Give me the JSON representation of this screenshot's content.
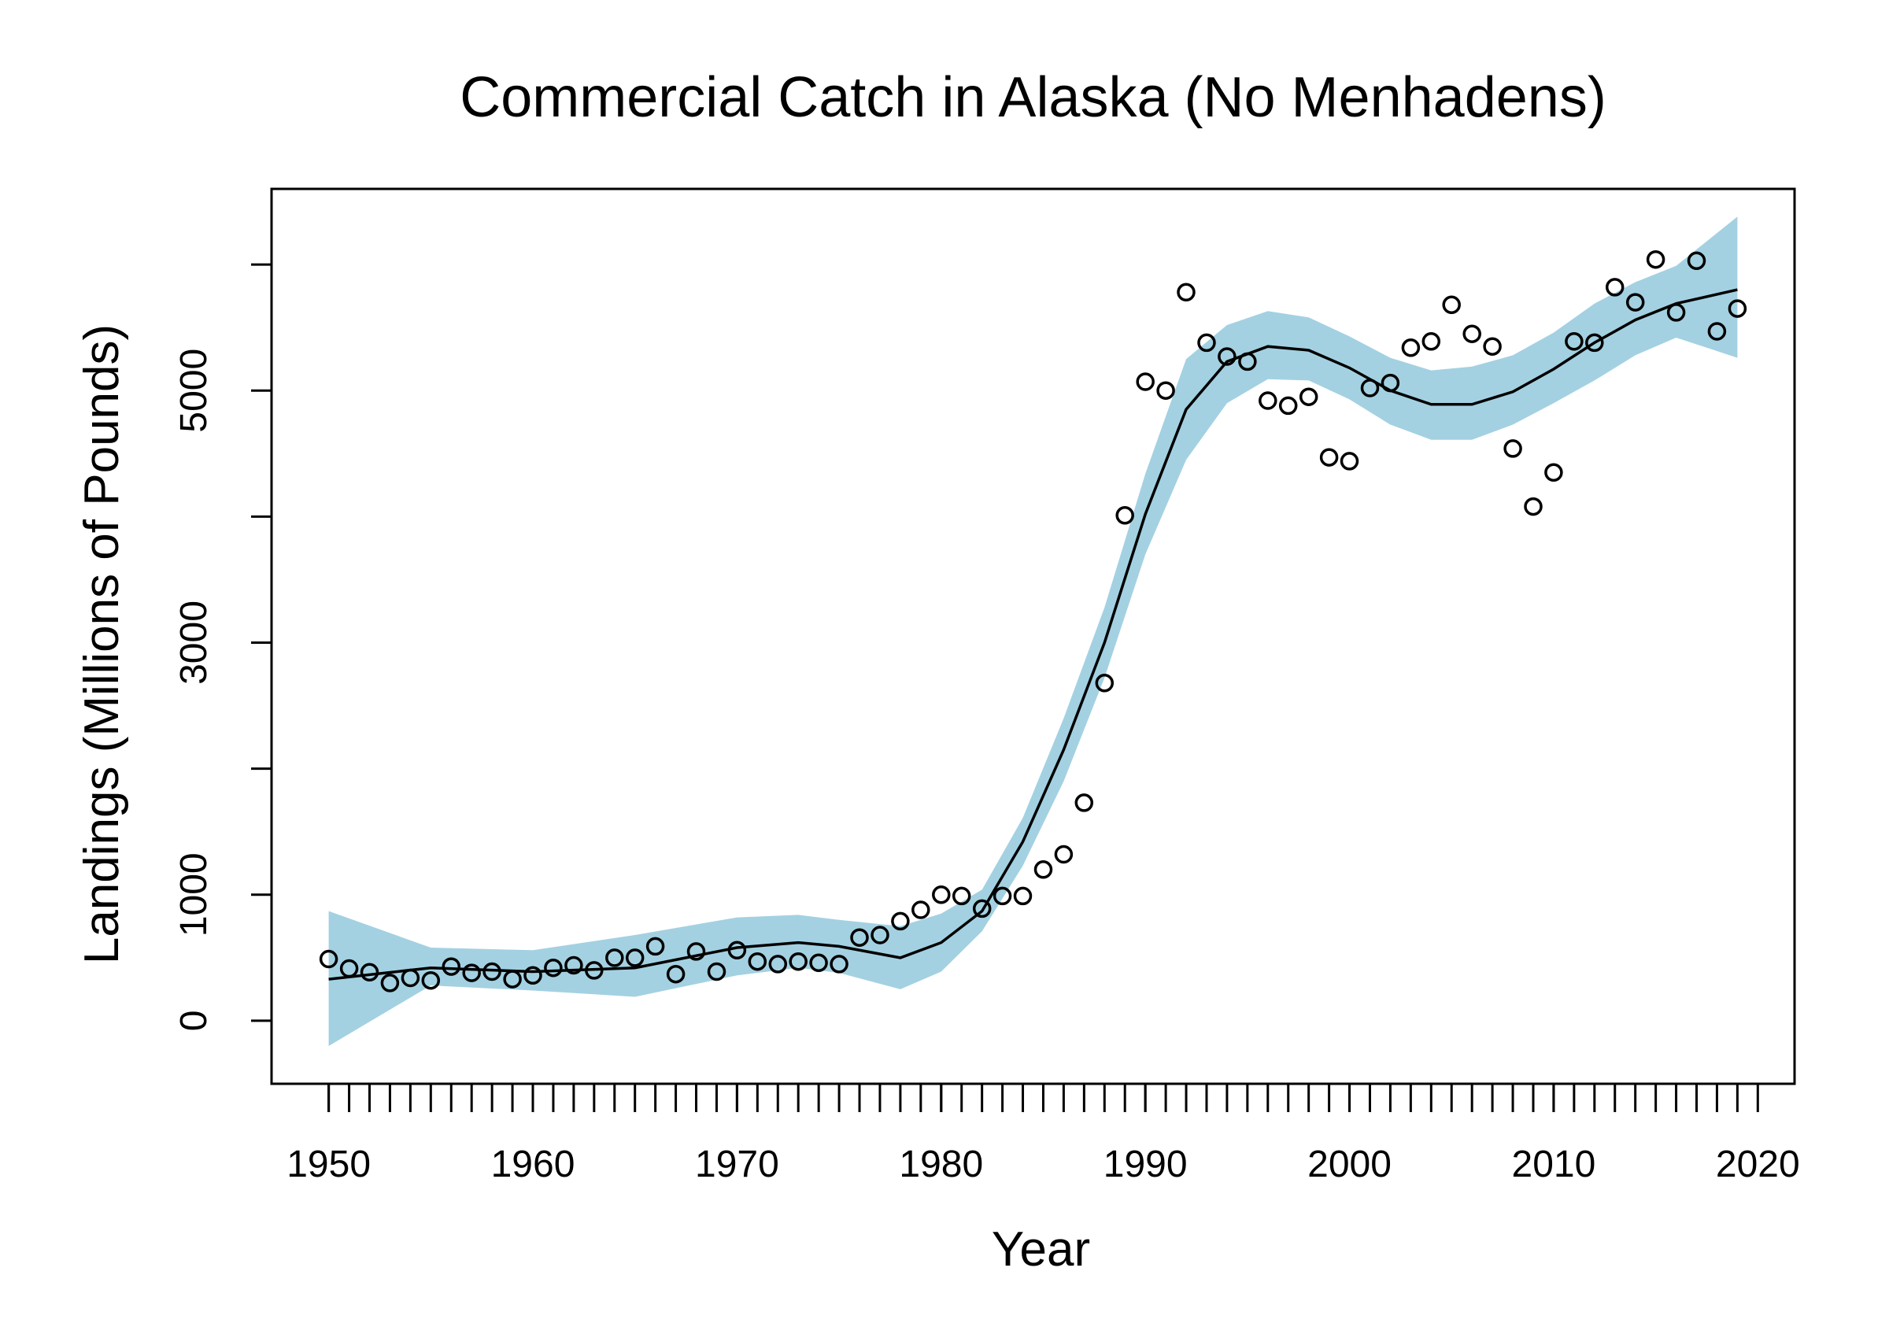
{
  "chart_data": {
    "type": "scatter",
    "title": "Commercial Catch in Alaska (No Menhadens)",
    "xlabel": "Year",
    "ylabel": "Landings (Millions of Pounds)",
    "xlim": [
      1947.2,
      2021.8
    ],
    "ylim": [
      -500,
      6600
    ],
    "x_ticks": [
      1950,
      1960,
      1970,
      1980,
      1990,
      2000,
      2010,
      2020
    ],
    "x_tick_labels": [
      "1950",
      "1960",
      "1970",
      "1980",
      "1990",
      "2000",
      "2010",
      "2020"
    ],
    "x_minor_ticks": [
      1950,
      1951,
      1952,
      1953,
      1954,
      1955,
      1956,
      1957,
      1958,
      1959,
      1960,
      1961,
      1962,
      1963,
      1964,
      1965,
      1966,
      1967,
      1968,
      1969,
      1970,
      1971,
      1972,
      1973,
      1974,
      1975,
      1976,
      1977,
      1978,
      1979,
      1980,
      1981,
      1982,
      1983,
      1984,
      1985,
      1986,
      1987,
      1988,
      1989,
      1990,
      1991,
      1992,
      1993,
      1994,
      1995,
      1996,
      1997,
      1998,
      1999,
      2000,
      2001,
      2002,
      2003,
      2004,
      2005,
      2006,
      2007,
      2008,
      2009,
      2010,
      2011,
      2012,
      2013,
      2014,
      2015,
      2016,
      2017,
      2018,
      2019
    ],
    "y_ticks": [
      0,
      1000,
      2000,
      3000,
      4000,
      5000,
      6000
    ],
    "y_tick_labels": [
      "0",
      "1000",
      "",
      "3000",
      "",
      "5000",
      ""
    ],
    "grid": false,
    "colors": {
      "band": "#a3d1e2",
      "line": "#000000",
      "points": "#000000"
    },
    "points": {
      "x": [
        1950,
        1951,
        1952,
        1953,
        1954,
        1955,
        1956,
        1957,
        1958,
        1959,
        1960,
        1961,
        1962,
        1963,
        1964,
        1965,
        1966,
        1967,
        1968,
        1969,
        1970,
        1971,
        1972,
        1973,
        1974,
        1975,
        1976,
        1977,
        1978,
        1979,
        1980,
        1981,
        1982,
        1983,
        1984,
        1985,
        1986,
        1987,
        1988,
        1989,
        1990,
        1991,
        1992,
        1993,
        1994,
        1995,
        1996,
        1997,
        1998,
        1999,
        2000,
        2001,
        2002,
        2003,
        2004,
        2005,
        2006,
        2007,
        2008,
        2009,
        2010,
        2011,
        2012,
        2013,
        2014,
        2015,
        2016,
        2017,
        2018,
        2019
      ],
      "y": [
        490,
        415,
        385,
        300,
        340,
        320,
        430,
        380,
        390,
        330,
        360,
        420,
        440,
        400,
        500,
        500,
        590,
        370,
        550,
        390,
        560,
        470,
        450,
        470,
        460,
        450,
        660,
        680,
        790,
        880,
        1000,
        990,
        890,
        990,
        990,
        1200,
        1320,
        1730,
        2680,
        4010,
        5070,
        5000,
        5780,
        5380,
        5270,
        5230,
        4920,
        4880,
        4950,
        4470,
        4440,
        5020,
        5060,
        5340,
        5390,
        5680,
        5450,
        5350,
        4540,
        4080,
        4350,
        5390,
        5380,
        5820,
        5700,
        6040,
        5620,
        6030,
        5470,
        5650
      ]
    },
    "fit": {
      "x": [
        1950,
        1955,
        1960,
        1965,
        1970,
        1973,
        1975,
        1978,
        1980,
        1982,
        1984,
        1986,
        1988,
        1990,
        1992,
        1994,
        1996,
        1998,
        2000,
        2002,
        2004,
        2006,
        2008,
        2010,
        2012,
        2014,
        2016,
        2019
      ],
      "y": [
        330,
        420,
        390,
        420,
        580,
        620,
        590,
        500,
        620,
        870,
        1420,
        2150,
        3000,
        4020,
        4850,
        5230,
        5350,
        5320,
        5180,
        5000,
        4890,
        4890,
        4990,
        5170,
        5380,
        5560,
        5690,
        5800
      ],
      "lower": [
        -200,
        280,
        240,
        190,
        360,
        420,
        380,
        250,
        390,
        710,
        1230,
        1900,
        2720,
        3700,
        4450,
        4900,
        5090,
        5080,
        4930,
        4730,
        4610,
        4610,
        4730,
        4900,
        5080,
        5280,
        5420,
        5260
      ],
      "upper": [
        870,
        580,
        560,
        680,
        820,
        840,
        800,
        750,
        850,
        1040,
        1610,
        2400,
        3280,
        4340,
        5250,
        5520,
        5630,
        5580,
        5430,
        5260,
        5160,
        5190,
        5280,
        5460,
        5690,
        5860,
        5990,
        6380
      ]
    }
  }
}
